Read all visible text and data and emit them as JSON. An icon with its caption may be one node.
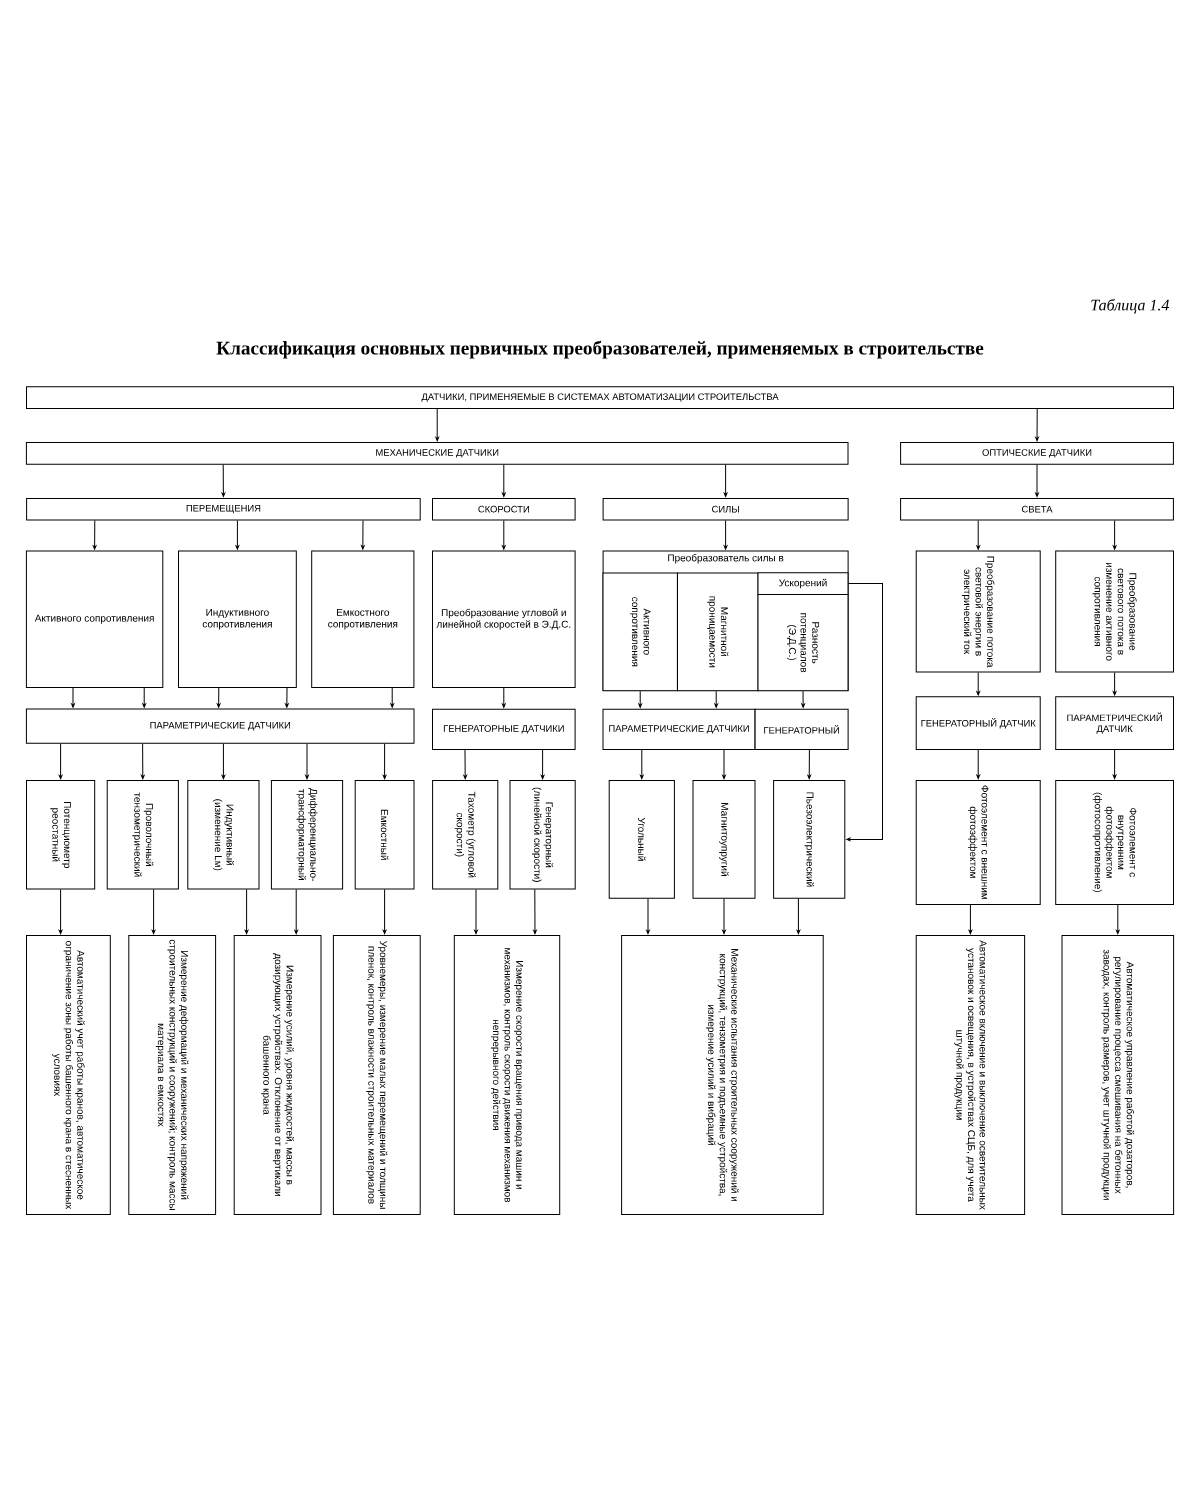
{
  "diagram": {
    "title": "Классификация основных первичных преобразователей, применяемых в строительстве",
    "nodes": [
      {
        "text": [
          "ДАТЧИКИ, ПРИМЕНЯЕМЫЕ В СИСТЕМАХ АВТОМАТИЗАЦИИ СТРОИТЕЛЬСТВА"
        ]
      },
      {
        "text": [
          "МЕХАНИЧЕСКИЕ ДАТЧИКИ"
        ]
      },
      {
        "text": [
          "ОПТИЧЕСКИЕ ДАТЧИКИ"
        ]
      },
      {
        "text": [
          "ПЕРЕМЕЩЕНИЯ"
        ]
      },
      {
        "text": [
          "СКОРОСТИ"
        ]
      },
      {
        "text": [
          "СИЛЫ"
        ]
      },
      {
        "text": [
          "СВЕТА"
        ]
      },
      {
        "text": [
          "Активного сопротивления"
        ]
      },
      {
        "text": [
          "Индуктивного сопротивления"
        ]
      },
      {
        "text": [
          "Емкостного сопротивления"
        ]
      },
      {
        "text": [
          "Преобразование угловой и линейной скоростей в Э.Д.С."
        ]
      },
      {
        "text": [
          "Преобразователь силы в"
        ]
      },
      {
        "text": [
          "Активного сопротивления"
        ],
        "in": 11
      },
      {
        "text": [
          "Магнитной проницаемости"
        ],
        "in": 11
      },
      {
        "text": [
          "Ускорений"
        ],
        "in": 11
      },
      {
        "text": [
          "Разность потенциалов (Э.Д.С.)"
        ],
        "in": 11
      },
      {
        "text": [
          "Преобразование потока световой энергии в электрический ток"
        ]
      },
      {
        "text": [
          "Преобразование светового потока в изменение активного сопротивления"
        ]
      },
      {
        "text": [
          "ПАРАМЕТРИЧЕСКИЕ ДАТЧИКИ"
        ]
      },
      {
        "text": [
          "ГЕНЕРАТОРНЫЕ ДАТЧИКИ"
        ]
      },
      {
        "text": [
          "ПАРАМЕТРИЧЕСКИЕ ДАТЧИКИ"
        ]
      },
      {
        "text": [
          "ГЕНЕРАТОРНЫЙ"
        ]
      },
      {
        "text": [
          "ГЕНЕРАТОРНЫЙ ДАТЧИК"
        ]
      },
      {
        "text": [
          "ПАРАМЕТРИЧЕСКИЙ ДАТЧИК"
        ]
      },
      {
        "text": [
          "Потенциометр реостатный"
        ]
      },
      {
        "text": [
          "Проволочный тензометрический"
        ]
      },
      {
        "text": [
          "Индуктивный (изменение Lм)"
        ]
      },
      {
        "text": [
          "Дифференциально-трансформаторный"
        ]
      },
      {
        "text": [
          "Емкостный"
        ]
      },
      {
        "text": [
          "Тахометр (угловой скорости)"
        ]
      },
      {
        "text": [
          "Генераторный (линейной скорости)"
        ]
      },
      {
        "text": [
          "Угольный"
        ]
      },
      {
        "text": [
          "Магнитоупругий"
        ]
      },
      {
        "text": [
          "Пьезоэлектрический"
        ]
      },
      {
        "text": [
          "Фотоэлемент с внешним фотоэффектом"
        ]
      },
      {
        "text": [
          "Фотоэлемент с внутренним фотоэффектом (фотосопротивление)"
        ]
      },
      {
        "text": [
          "Автоматический учет работы кранов, автоматическое ограничение зоны работы башенного крана в стесненных условиях"
        ]
      },
      {
        "text": [
          "Измерение деформаций и механических напряжений строительных конструкций и сооружений; контроль массы материала в емкостях"
        ]
      },
      {
        "text": [
          "Измерение усилий, уровня жидкостей, массы в дозирующих устройствах. Отклонение от вертикали башенного крана"
        ]
      },
      {
        "text": [
          "Уровнемеры, измерение малых перемещений и толщины пленок, контроль влажности строительных материалов"
        ]
      },
      {
        "text": [
          "Измерение скорости вращения привода машин и механизмов, контроль скорости движения механизмов непрерывного действия"
        ]
      },
      {
        "text": [
          "Механические испытания строительных сооружений и конструкций, тензометрия и подъемные устройства, измерение усилий и вибраций"
        ]
      },
      {
        "text": [
          "Автоматическое включение и выключение осветительных установок и освещения, в устройствах СЦБ, для учета штучной продукции"
        ]
      },
      {
        "text": [
          "Автоматическое управление работой дозаторов, регулирование процесса смешивания на бетонных заводах, контроль размеров, учет штучной продукции"
        ]
      }
    ],
    "edges": [
      {
        "from": 0,
        "to": 1,
        "arrow": "to"
      },
      {
        "from": 0,
        "to": 2,
        "arrow": "to"
      },
      {
        "from": 1,
        "to": 3,
        "arrow": "to"
      },
      {
        "from": 1,
        "to": 4,
        "arrow": "to"
      },
      {
        "from": 1,
        "to": 5,
        "arrow": "to"
      },
      {
        "from": 2,
        "to": 6,
        "arrow": "to"
      },
      {
        "from": 3,
        "to": 7,
        "arrow": "to"
      },
      {
        "from": 3,
        "to": 8,
        "arrow": "to"
      },
      {
        "from": 3,
        "to": 9,
        "arrow": "to"
      },
      {
        "from": 4,
        "to": 10,
        "arrow": "to"
      },
      {
        "from": 5,
        "to": 11,
        "arrow": "to"
      },
      {
        "from": 6,
        "to": 16,
        "arrow": "to"
      },
      {
        "from": 6,
        "to": 17,
        "arrow": "to"
      },
      {
        "from": 7,
        "to": 18,
        "arrow": "to"
      },
      {
        "from": 7,
        "to": 18,
        "arrow": "to"
      },
      {
        "from": 8,
        "to": 18,
        "arrow": "to"
      },
      {
        "from": 8,
        "to": 18,
        "arrow": "to"
      },
      {
        "from": 9,
        "to": 18,
        "arrow": "to"
      },
      {
        "from": 10,
        "to": 19,
        "arrow": "to"
      },
      {
        "from": 12,
        "to": 20,
        "arrow": "to"
      },
      {
        "from": 13,
        "to": 20,
        "arrow": "to"
      },
      {
        "from": 15,
        "to": 21,
        "arrow": "to"
      },
      {
        "from": 16,
        "to": 22,
        "arrow": "to"
      },
      {
        "from": 17,
        "to": 23,
        "arrow": "to"
      },
      {
        "from": 18,
        "to": 24,
        "arrow": "to"
      },
      {
        "from": 18,
        "to": 25,
        "arrow": "to"
      },
      {
        "from": 18,
        "to": 26,
        "arrow": "to"
      },
      {
        "from": 18,
        "to": 27,
        "arrow": "to"
      },
      {
        "from": 18,
        "to": 28,
        "arrow": "to"
      },
      {
        "from": 19,
        "to": 29,
        "arrow": "to"
      },
      {
        "from": 19,
        "to": 30,
        "arrow": "to"
      },
      {
        "from": 20,
        "to": 31,
        "arrow": "to"
      },
      {
        "from": 20,
        "to": 32,
        "arrow": "to"
      },
      {
        "from": 21,
        "to": 33,
        "arrow": "to"
      },
      {
        "from": 22,
        "to": 34,
        "arrow": "to"
      },
      {
        "from": 23,
        "to": 35,
        "arrow": "to"
      },
      {
        "from": 24,
        "to": 36,
        "arrow": "to"
      },
      {
        "from": 25,
        "to": 37,
        "arrow": "to"
      },
      {
        "from": 26,
        "to": 38,
        "arrow": "to"
      },
      {
        "from": 27,
        "to": 38,
        "arrow": "to"
      },
      {
        "from": 28,
        "to": 39,
        "arrow": "to"
      },
      {
        "from": 29,
        "to": 40,
        "arrow": "to"
      },
      {
        "from": 30,
        "to": 40,
        "arrow": "to"
      },
      {
        "from": 31,
        "to": 41,
        "arrow": "to"
      },
      {
        "from": 32,
        "to": 41,
        "arrow": "to"
      },
      {
        "from": 33,
        "to": 41,
        "arrow": "to"
      },
      {
        "from": 34,
        "to": 42,
        "arrow": "to"
      },
      {
        "from": 35,
        "to": 43,
        "arrow": "to"
      },
      {
        "from": 14,
        "to": 33,
        "arrow": "to"
      }
    ],
    "labels": [
      "Таблица 1.4"
    ]
  }
}
